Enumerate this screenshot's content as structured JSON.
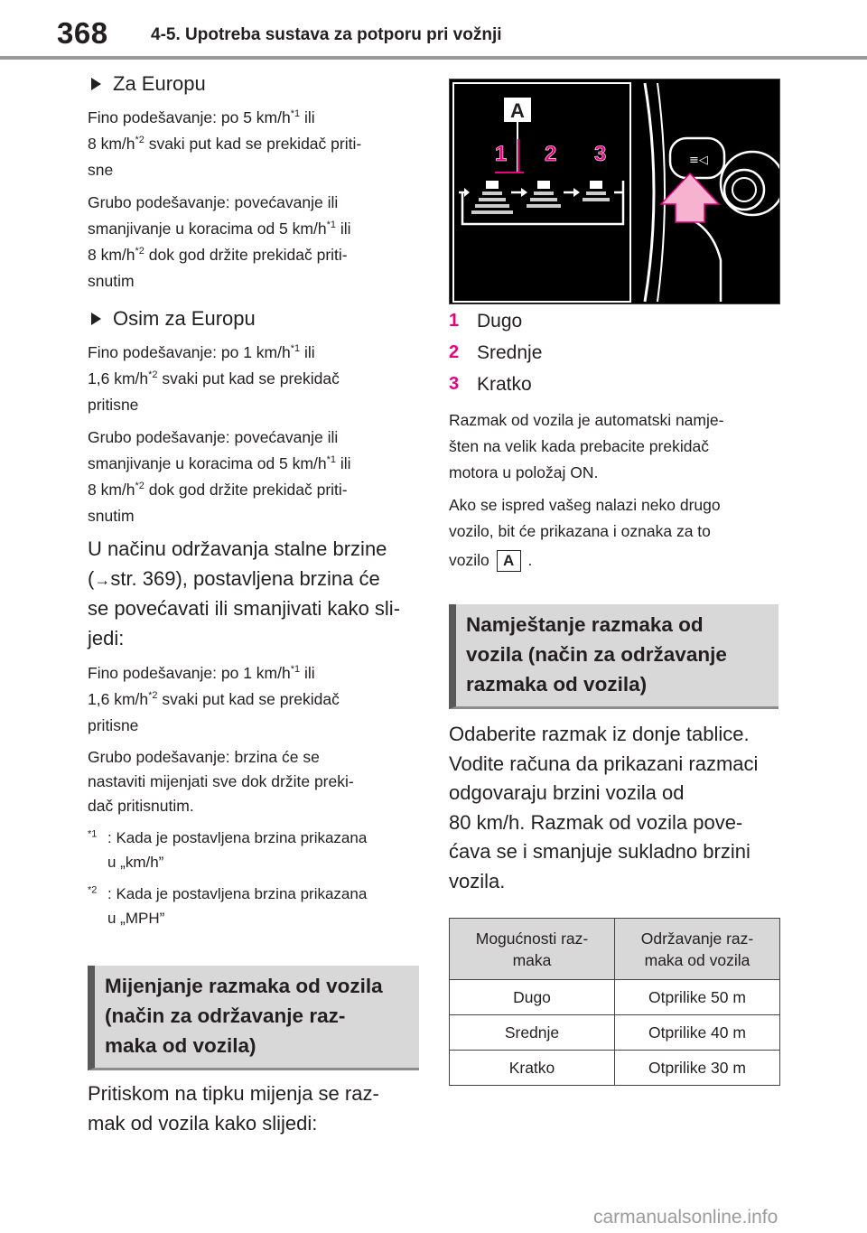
{
  "header": {
    "page_number": "368",
    "section_title": "4-5. Upotreba sustava za potporu pri vožnji"
  },
  "left": {
    "europe_heading": "Za Europu",
    "europe_fine_a": "Fino podešavanje: po 5 km/h",
    "europe_fine_b": " ili",
    "europe_fine_c": "8 km/h",
    "europe_fine_d": " svaki put kad se prekidač priti-",
    "europe_fine_e": "sne",
    "europe_coarse_a": "Grubo podešavanje: povećavanje ili",
    "europe_coarse_b": "smanjivanje u koracima od 5 km/h",
    "europe_coarse_c": " ili",
    "europe_coarse_d": "8 km/h",
    "europe_coarse_e": " dok god držite prekidač priti-",
    "europe_coarse_f": "snutim",
    "other_heading": "Osim za Europu",
    "other_fine_a": "Fino podešavanje: po 1 km/h",
    "other_fine_b": " ili",
    "other_fine_c": "1,6 km/h",
    "other_fine_d": " svaki put kad se prekidač",
    "other_fine_e": "pritisne",
    "other_coarse_a": "Grubo podešavanje: povećavanje ili",
    "other_coarse_b": "smanjivanje u koracima od 5 km/h",
    "other_coarse_c": " ili",
    "other_coarse_d": "8 km/h",
    "other_coarse_e": " dok god držite prekidač priti-",
    "other_coarse_f": "snutim",
    "constant_1": "U načinu održavanja stalne brzine",
    "constant_2a": "(",
    "constant_2b": "str. 369), postavljena brzina će",
    "constant_3": "se povećavati ili smanjivati kako sli-",
    "constant_4": "jedi:",
    "c_fine_a": "Fino podešavanje: po 1 km/h",
    "c_fine_b": " ili",
    "c_fine_c": "1,6 km/h",
    "c_fine_d": " svaki put kad se prekidač",
    "c_fine_e": "pritisne",
    "c_coarse_1": "Grubo podešavanje: brzina će se",
    "c_coarse_2": "nastaviti mijenjati sve dok držite preki-",
    "c_coarse_3": "dač pritisnutim.",
    "sup1": "*1",
    "sup2": "*2",
    "fn1_a": ": Kada je postavljena brzina prikazana",
    "fn1_b": "u „km/h”",
    "fn2_a": ": Kada je postavljena brzina prikazana",
    "fn2_b": "u „MPH”",
    "heading_change_1": "Mijenjanje razmaka od vozila",
    "heading_change_2": "(način za održavanje raz-",
    "heading_change_3": "maka od vozila)",
    "press_1": "Pritiskom na tipku mijenja se raz-",
    "press_2": "mak od vozila kako slijedi:"
  },
  "illustration": {
    "callout": "A",
    "steps": [
      "1",
      "2",
      "3"
    ],
    "colors": {
      "magenta": "#e6007e",
      "pink": "#f7b2d0"
    }
  },
  "right": {
    "items": [
      {
        "num": "1",
        "label": "Dugo"
      },
      {
        "num": "2",
        "label": "Srednje"
      },
      {
        "num": "3",
        "label": "Kratko"
      }
    ],
    "auto_1": "Razmak od vozila je automatski namje-",
    "auto_2": "šten na velik kada prebacite prekidač",
    "auto_3": "motora u položaj ON.",
    "ahead_1": "Ako se ispred vašeg nalazi neko drugo",
    "ahead_2": "vozilo, bit će prikazana i oznaka za to",
    "ahead_3a": "vozilo",
    "ahead_3b": "A",
    "ahead_3c": " .",
    "heading_set_1": "Namještanje razmaka od",
    "heading_set_2": "vozila (način za održavanje",
    "heading_set_3": "razmaka od vozila)",
    "choose_1": "Odaberite razmak iz donje tablice.",
    "choose_2": "Vodite računa da prikazani razmaci",
    "choose_3": "odgovaraju brzini vozila od",
    "choose_4": "80 km/h. Razmak od vozila pove-",
    "choose_5": "ćava se i smanjuje sukladno brzini",
    "choose_6": "vozila.",
    "table": {
      "col1_a": "Mogućnosti raz-",
      "col1_b": "maka",
      "col2_a": "Održavanje raz-",
      "col2_b": "maka od vozila",
      "rows": [
        [
          "Dugo",
          "Otprilike 50 m"
        ],
        [
          "Srednje",
          "Otprilike 40 m"
        ],
        [
          "Kratko",
          "Otprilike 30 m"
        ]
      ]
    }
  },
  "watermark": "carmanualsonline.info"
}
